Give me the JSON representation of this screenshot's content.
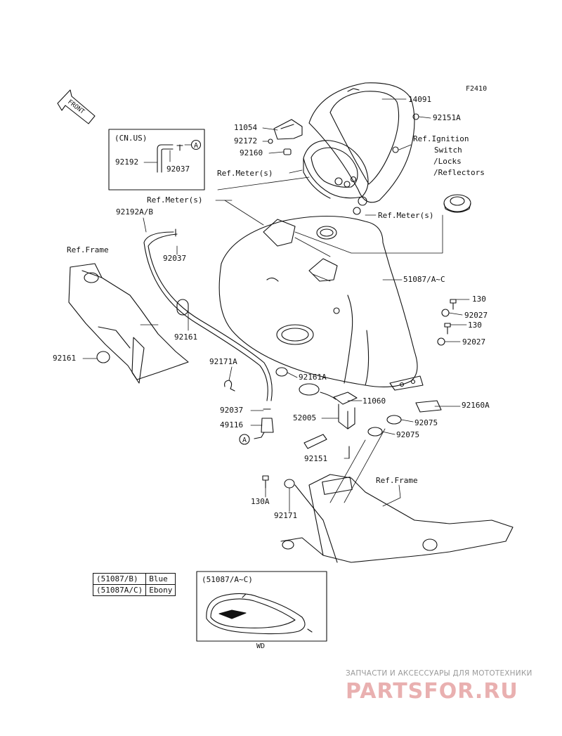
{
  "figure_code": "F2410",
  "front_label": "FRONT",
  "inset": {
    "title": "(CN.US)",
    "part_a": "92192",
    "part_b": "92037",
    "callout": "A"
  },
  "labels": {
    "p14091": "14091",
    "p92151A_top": "92151A",
    "ref_ignition_1": "Ref.Ignition",
    "ref_ignition_2": "Switch",
    "ref_ignition_3": "/Locks",
    "ref_ignition_4": "/Reflectors",
    "p11054": "11054",
    "p92172": "92172",
    "p92160": "92160",
    "ref_meter_1": "Ref.Meter(s)",
    "ref_meter_2": "Ref.Meter(s)",
    "ref_meter_3": "Ref.Meter(s)",
    "p92192AB": "92192A/B",
    "ref_frame_left": "Ref.Frame",
    "p92037_mid": "92037",
    "p51087": "51087/A~C",
    "p130_a": "130",
    "p92027_a": "92027",
    "p130_b": "130",
    "p92027_b": "92027",
    "p92161_right": "92161",
    "p92161_left": "92161",
    "p92171A": "92171A",
    "p92161A": "92161A",
    "p11060": "11060",
    "p92160A": "92160A",
    "p52005": "52005",
    "p92037_low": "92037",
    "p49116": "49116",
    "callout_A_low": "A",
    "p92075_a": "92075",
    "p92075_b": "92075",
    "p92151": "92151",
    "ref_frame_right": "Ref.Frame",
    "p130A": "130A",
    "p92171": "92171"
  },
  "legend": [
    {
      "code": "(51087/B)",
      "color": "Blue"
    },
    {
      "code": "(51087A/C)",
      "color": "Ebony"
    }
  ],
  "detail": {
    "title": "(51087/A~C)",
    "caption": "WD"
  },
  "watermark": {
    "top": "ЗАПЧАСТИ И АКСЕССУАРЫ ДЛЯ МОТОТЕХНИКИ",
    "brand": "PARTSFOR.RU"
  }
}
